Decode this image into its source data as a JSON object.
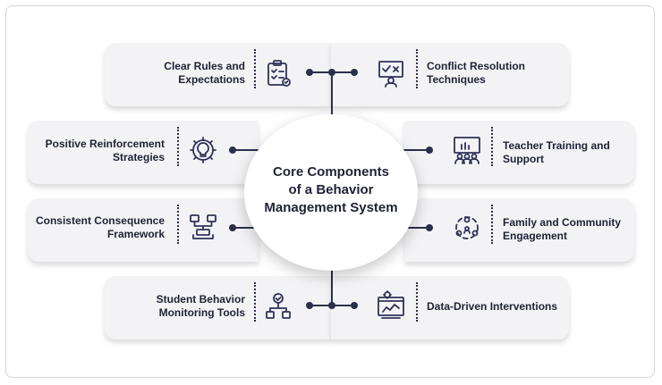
{
  "center": {
    "line1": "Core Components",
    "line2": "of a Behavior",
    "line3": "Management System"
  },
  "components": {
    "clear_rules": {
      "line1": "Clear Rules and",
      "line2": "Expectations"
    },
    "conflict_resolution": {
      "line1": "Conflict Resolution",
      "line2": "Techniques"
    },
    "positive_reinforcement": {
      "line1": "Positive Reinforcement",
      "line2": "Strategies"
    },
    "teacher_training": {
      "line1": "Teacher Training and",
      "line2": "Support"
    },
    "consistent_consequence": {
      "line1": "Consistent Consequence",
      "line2": "Framework"
    },
    "family_community": {
      "line1": "Family and Community",
      "line2": "Engagement"
    },
    "student_monitoring": {
      "line1": "Student Behavior",
      "line2": "Monitoring Tools"
    },
    "data_driven": {
      "line1": "Data-Driven Interventions"
    }
  },
  "icons": {
    "clear_rules": "clipboard-checklist-icon",
    "conflict_resolution": "presentation-board-icon",
    "positive_reinforcement": "gear-lightbulb-icon",
    "teacher_training": "classroom-icon",
    "consistent_consequence": "flowchart-icon",
    "family_community": "community-network-icon",
    "student_monitoring": "hierarchy-check-icon",
    "data_driven": "analytics-dashboard-icon"
  },
  "colors": {
    "text": "#1f2235",
    "icon": "#2f3258",
    "card": "#f3f3f5",
    "connector": "#2c2f4a"
  }
}
